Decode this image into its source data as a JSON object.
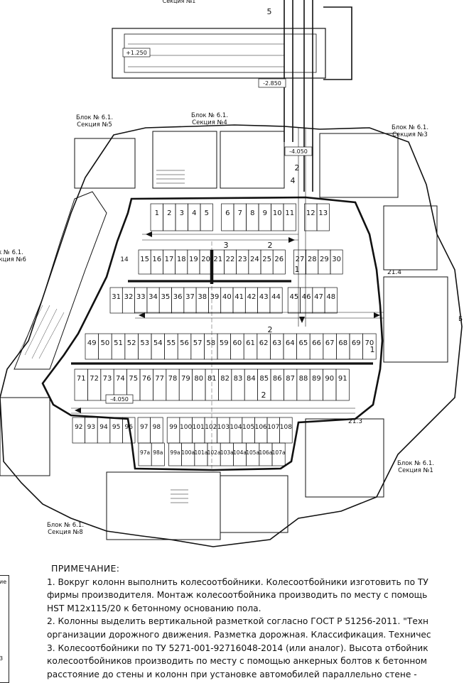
{
  "plan": {
    "block_labels": [
      {
        "line1": "Блок № 6.1.",
        "line2": "Секция №5"
      },
      {
        "line1": "Блок № 6.1.",
        "line2": "Секция №4"
      },
      {
        "line1": "Блок № 6.1.",
        "line2": "Секция №3"
      },
      {
        "line1": "к № 6.1.",
        "line2": "екция №6"
      },
      {
        "line1": "Блок № 6.1.",
        "line2": "Секция №1"
      },
      {
        "line1": "Блок № 6.1.",
        "line2": "Секция №8"
      },
      {
        "line1": "Б",
        "line2": ""
      }
    ],
    "top_label": "Секция №1",
    "level_marks": [
      "+1.250",
      "-2.850",
      "-4.050",
      "-4.050"
    ],
    "axis_marks": [
      "5",
      "4",
      "3",
      "2",
      "2",
      "2",
      "1",
      "1",
      "2"
    ],
    "room_labels": [
      "21.4",
      "21.3",
      "14"
    ],
    "parking_rows": [
      [
        "1",
        "2",
        "3",
        "4",
        "5",
        "6",
        "7",
        "8",
        "9",
        "10",
        "11",
        "12",
        "13"
      ],
      [
        "15",
        "16",
        "17",
        "18",
        "19",
        "20",
        "21",
        "22",
        "23",
        "24",
        "25",
        "26",
        "27",
        "28",
        "29",
        "30"
      ],
      [
        "31",
        "32",
        "33",
        "34",
        "35",
        "36",
        "37",
        "38",
        "39",
        "40",
        "41",
        "42",
        "43",
        "44",
        "45",
        "46",
        "47",
        "48"
      ],
      [
        "49",
        "50",
        "51",
        "52",
        "53",
        "54",
        "55",
        "56",
        "57",
        "58",
        "59",
        "60",
        "61",
        "62",
        "63",
        "64",
        "65",
        "66",
        "67",
        "68",
        "69",
        "70"
      ],
      [
        "71",
        "72",
        "73",
        "74",
        "75",
        "76",
        "77",
        "78",
        "79",
        "80",
        "81",
        "82",
        "83",
        "84",
        "85",
        "86",
        "87",
        "88",
        "89",
        "90",
        "91"
      ],
      [
        "92",
        "93",
        "94",
        "95",
        "96",
        "97",
        "98",
        "99",
        "100",
        "101",
        "102",
        "103",
        "104",
        "105",
        "106",
        "107",
        "108"
      ],
      [
        "97a",
        "98a",
        "99a",
        "100a",
        "101a",
        "102a",
        "103a",
        "104a",
        "105a",
        "106a",
        "107a"
      ]
    ]
  },
  "notes": {
    "title": "ПРИМЕЧАНИЕ:",
    "lines": [
      "1. Вокруг колонн выполнить колесоотбойники. Колесоотбойники изготовить по ТУ",
      "фирмы производителя. Монтаж колесоотбойника производить по месту с помощь",
      "HST M12x115/20 к бетонному основанию пола.",
      "2. Колонны выделить вертикальной разметкой согласно ГОСТ Р 51256-2011. \"Техн",
      "организации дорожного движения. Разметка дорожная. Классификация. Техничес",
      "3. Колесоотбойники по ТУ 5271-001-92716048-2014 (или аналог). Высота отбойник",
      "колесоотбойников производить по месту с помощью анкерных болтов к бетонном",
      "расстояние до стены и колонн при установке автомобилей параллельно стене -"
    ]
  },
  "stamp": {
    "marks": [
      "ие",
      "3"
    ]
  }
}
